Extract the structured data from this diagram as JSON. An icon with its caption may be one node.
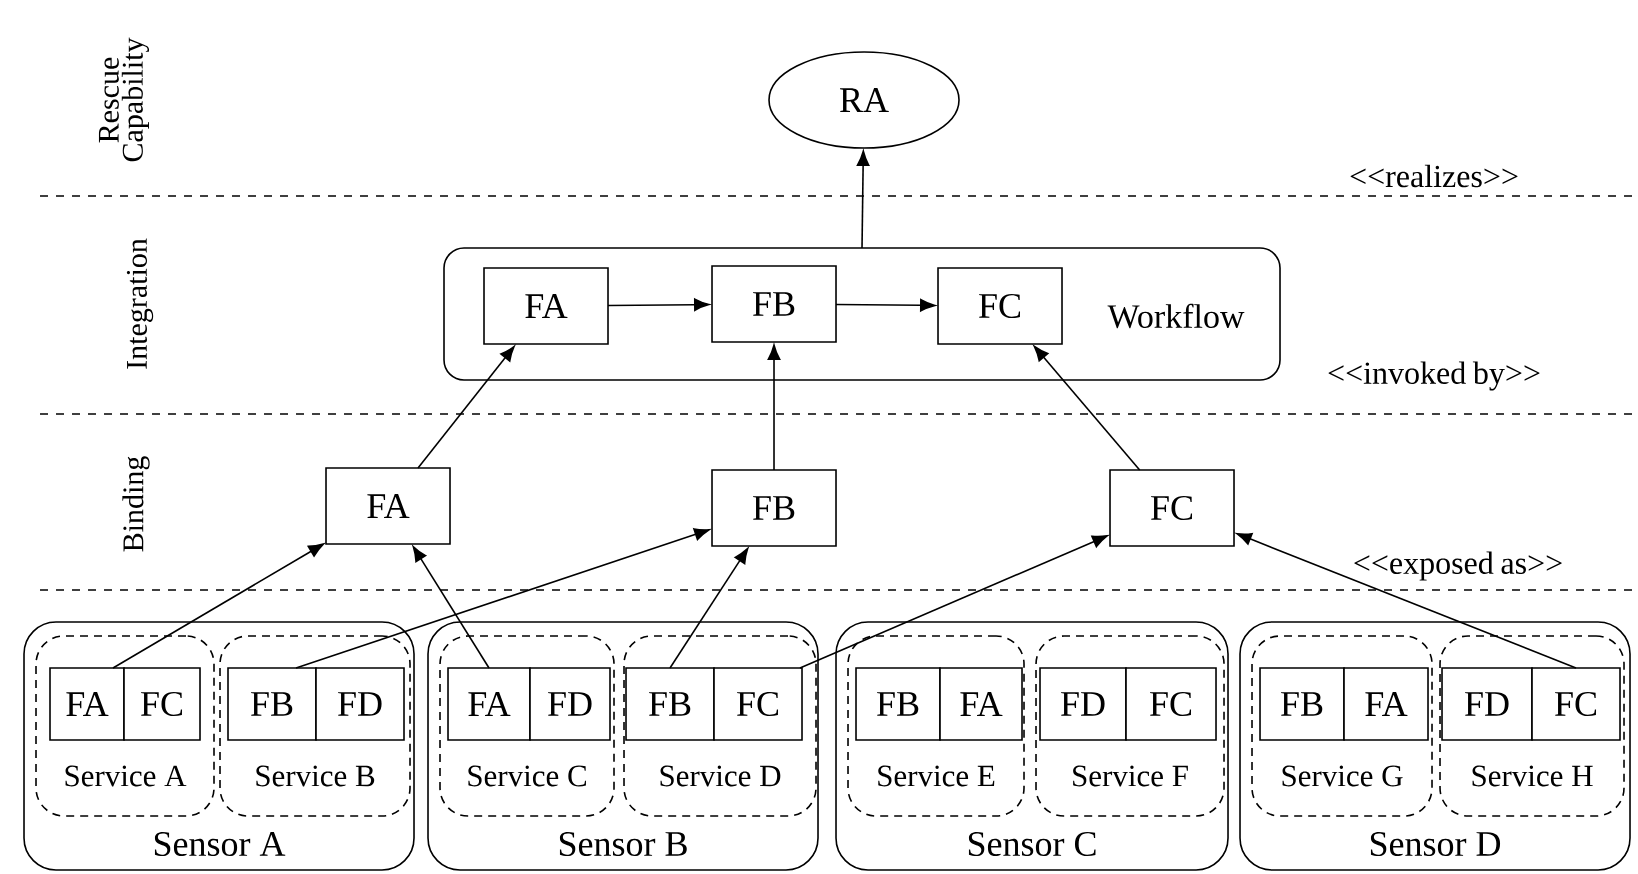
{
  "diagram": {
    "nodes": [
      {
        "text": [
          "RA"
        ]
      },
      {
        "text": [
          "Workflow"
        ]
      },
      {
        "text": [
          "FA"
        ],
        "in": 1
      },
      {
        "text": [
          "FB"
        ],
        "in": 1
      },
      {
        "text": [
          "FC"
        ],
        "in": 1
      },
      {
        "text": [
          "FA"
        ]
      },
      {
        "text": [
          "FB"
        ]
      },
      {
        "text": [
          "FC"
        ]
      },
      {
        "text": [
          "Sensor A"
        ]
      },
      {
        "text": [
          "Service A"
        ],
        "in": 8
      },
      {
        "text": [
          "FA"
        ],
        "in": 9
      },
      {
        "text": [
          "FC"
        ],
        "in": 9
      },
      {
        "text": [
          "Service B"
        ],
        "in": 8
      },
      {
        "text": [
          "FB"
        ],
        "in": 12
      },
      {
        "text": [
          "FD"
        ],
        "in": 12
      },
      {
        "text": [
          "Sensor B"
        ]
      },
      {
        "text": [
          "Service C"
        ],
        "in": 15
      },
      {
        "text": [
          "FA"
        ],
        "in": 16
      },
      {
        "text": [
          "FD"
        ],
        "in": 16
      },
      {
        "text": [
          "Service D"
        ],
        "in": 15
      },
      {
        "text": [
          "FB"
        ],
        "in": 19
      },
      {
        "text": [
          "FC"
        ],
        "in": 19
      },
      {
        "text": [
          "Sensor C"
        ]
      },
      {
        "text": [
          "Service E"
        ],
        "in": 22
      },
      {
        "text": [
          "FB"
        ],
        "in": 23
      },
      {
        "text": [
          "FA"
        ],
        "in": 23
      },
      {
        "text": [
          "Service F"
        ],
        "in": 22
      },
      {
        "text": [
          "FD"
        ],
        "in": 26
      },
      {
        "text": [
          "FC"
        ],
        "in": 26
      },
      {
        "text": [
          "Sensor D"
        ]
      },
      {
        "text": [
          "Service G"
        ],
        "in": 29
      },
      {
        "text": [
          "FB"
        ],
        "in": 30
      },
      {
        "text": [
          "FA"
        ],
        "in": 30
      },
      {
        "text": [
          "Service H"
        ],
        "in": 29
      },
      {
        "text": [
          "FD"
        ],
        "in": 33
      },
      {
        "text": [
          "FC"
        ],
        "in": 33
      }
    ],
    "edges": [
      {
        "from": 1,
        "to": 0,
        "arrow": "to"
      },
      {
        "from": 2,
        "to": 3,
        "arrow": "to"
      },
      {
        "from": 3,
        "to": 4,
        "arrow": "to"
      },
      {
        "from": 5,
        "to": 2,
        "arrow": "to"
      },
      {
        "from": 6,
        "to": 3,
        "arrow": "to"
      },
      {
        "from": 7,
        "to": 4,
        "arrow": "to"
      },
      {
        "from": 10,
        "to": 5,
        "arrow": "to"
      },
      {
        "from": 17,
        "to": 5,
        "arrow": "to"
      },
      {
        "from": 13,
        "to": 6,
        "arrow": "to"
      },
      {
        "from": 20,
        "to": 6,
        "arrow": "to"
      },
      {
        "from": 21,
        "to": 7,
        "arrow": "to"
      },
      {
        "from": 35,
        "to": 7,
        "arrow": "to"
      }
    ],
    "labels": [
      "Rescue Capability",
      "<<realizes>>",
      "Integration",
      "<<invoked by>>",
      "Binding",
      "<<exposed as>>"
    ]
  }
}
